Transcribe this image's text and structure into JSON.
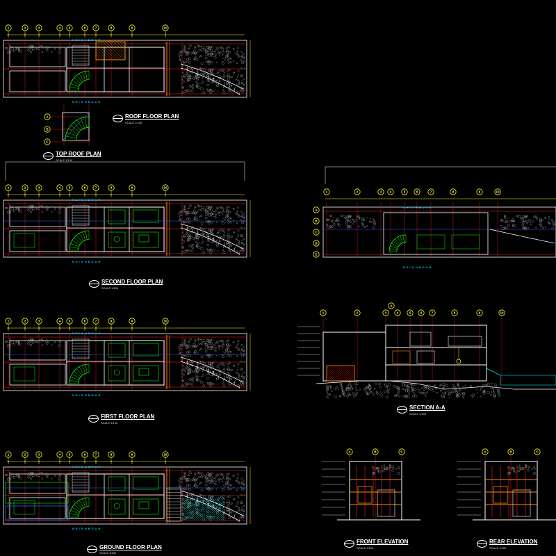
{
  "drawing": {
    "colors": {
      "background": "#000000",
      "walls": "#ffffff",
      "gridline": "#ff2020",
      "dimension": "#ffff00",
      "axis_bubble": "#ffff00",
      "furniture": "#00ff00",
      "glazing": "#3060ff",
      "landscape": "#9a9a9a",
      "water": "#00e0e0",
      "accent": "#ff8c00"
    },
    "grid_labels": [
      "1",
      "2",
      "3",
      "4",
      "5",
      "6",
      "7",
      "8",
      "9",
      "10"
    ],
    "row_labels": [
      "A",
      "B",
      "C",
      "D",
      "E"
    ],
    "neighbour_text": "NEIGHBOUR",
    "titles": {
      "roof_floor": "ROOF FLOOR PLAN",
      "top_roof": "TOP ROOF PLAN",
      "second_floor": "SECOND FLOOR PLAN",
      "first_floor": "FIRST FLOOR PLAN",
      "ground_floor": "GROUND FLOOR PLAN",
      "section": "SECTION A-A",
      "front_elev": "FRONT ELEVATION",
      "rear_elev": "REAR ELEVATION"
    },
    "scales": {
      "roof_floor": "SCALE 1/100",
      "top_roof": "SCALE 1/100",
      "second_floor": "SCALE 1/100",
      "first_floor": "SCALE 1/100",
      "ground_floor": "SCALE 1/100",
      "section": "SCALE 1/100",
      "front_elev": "SCALE 1/100",
      "rear_elev": "SCALE 1/100"
    },
    "icons": {
      "title_tag": "view-reference-bubble",
      "axis_bubble": "grid-axis-bubble"
    }
  }
}
